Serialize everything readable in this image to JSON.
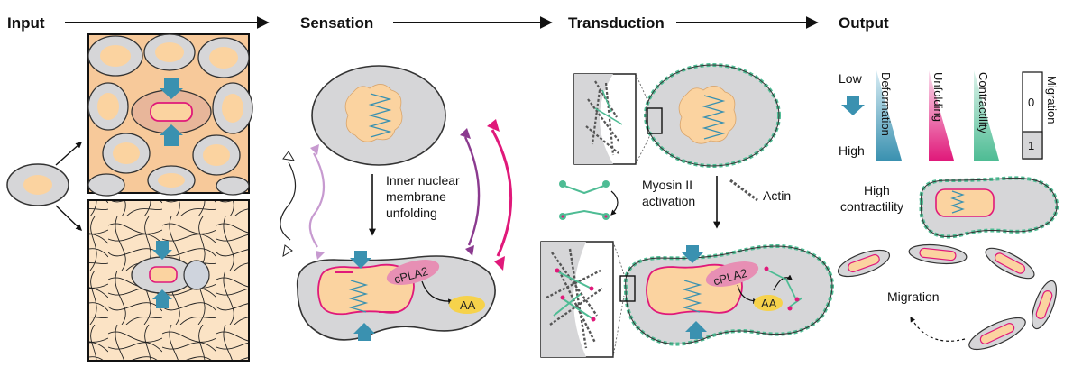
{
  "headers": {
    "input": "Input",
    "sensation": "Sensation",
    "transduction": "Transduction",
    "output": "Output"
  },
  "sensation": {
    "inm_line1": "Inner nuclear",
    "inm_line2": "membrane",
    "inm_line3": "unfolding",
    "cpla2": "cPLA2",
    "aa": "AA"
  },
  "transduction": {
    "myosin_line1": "Myosin II",
    "myosin_line2": "activation",
    "actin": "Actin",
    "cpla2": "cPLA2",
    "aa": "AA"
  },
  "output": {
    "legend_low": "Low",
    "legend_high": "High",
    "deformation": "Deformation",
    "unfolding": "Unfolding",
    "contractility": "Contractility",
    "migration": "Migration",
    "mig_zero": "0",
    "mig_one": "1",
    "high_contract_line1": "High",
    "high_contract_line2": "contractility",
    "migration_label": "Migration"
  },
  "colors": {
    "cell_gray": "#d6d6d8",
    "cell_outline": "#333333",
    "nucleus": "#fbd3a0",
    "deformation_blue": "#3a91b0",
    "unfolding_magenta": "#e0197a",
    "contractility_green": "#4ebc94",
    "cpla2_pink": "#e78fb4",
    "aa_yellow": "#f6d24b",
    "purple": "#8b3a8f",
    "tissue_bg": "#fbe3c5"
  }
}
